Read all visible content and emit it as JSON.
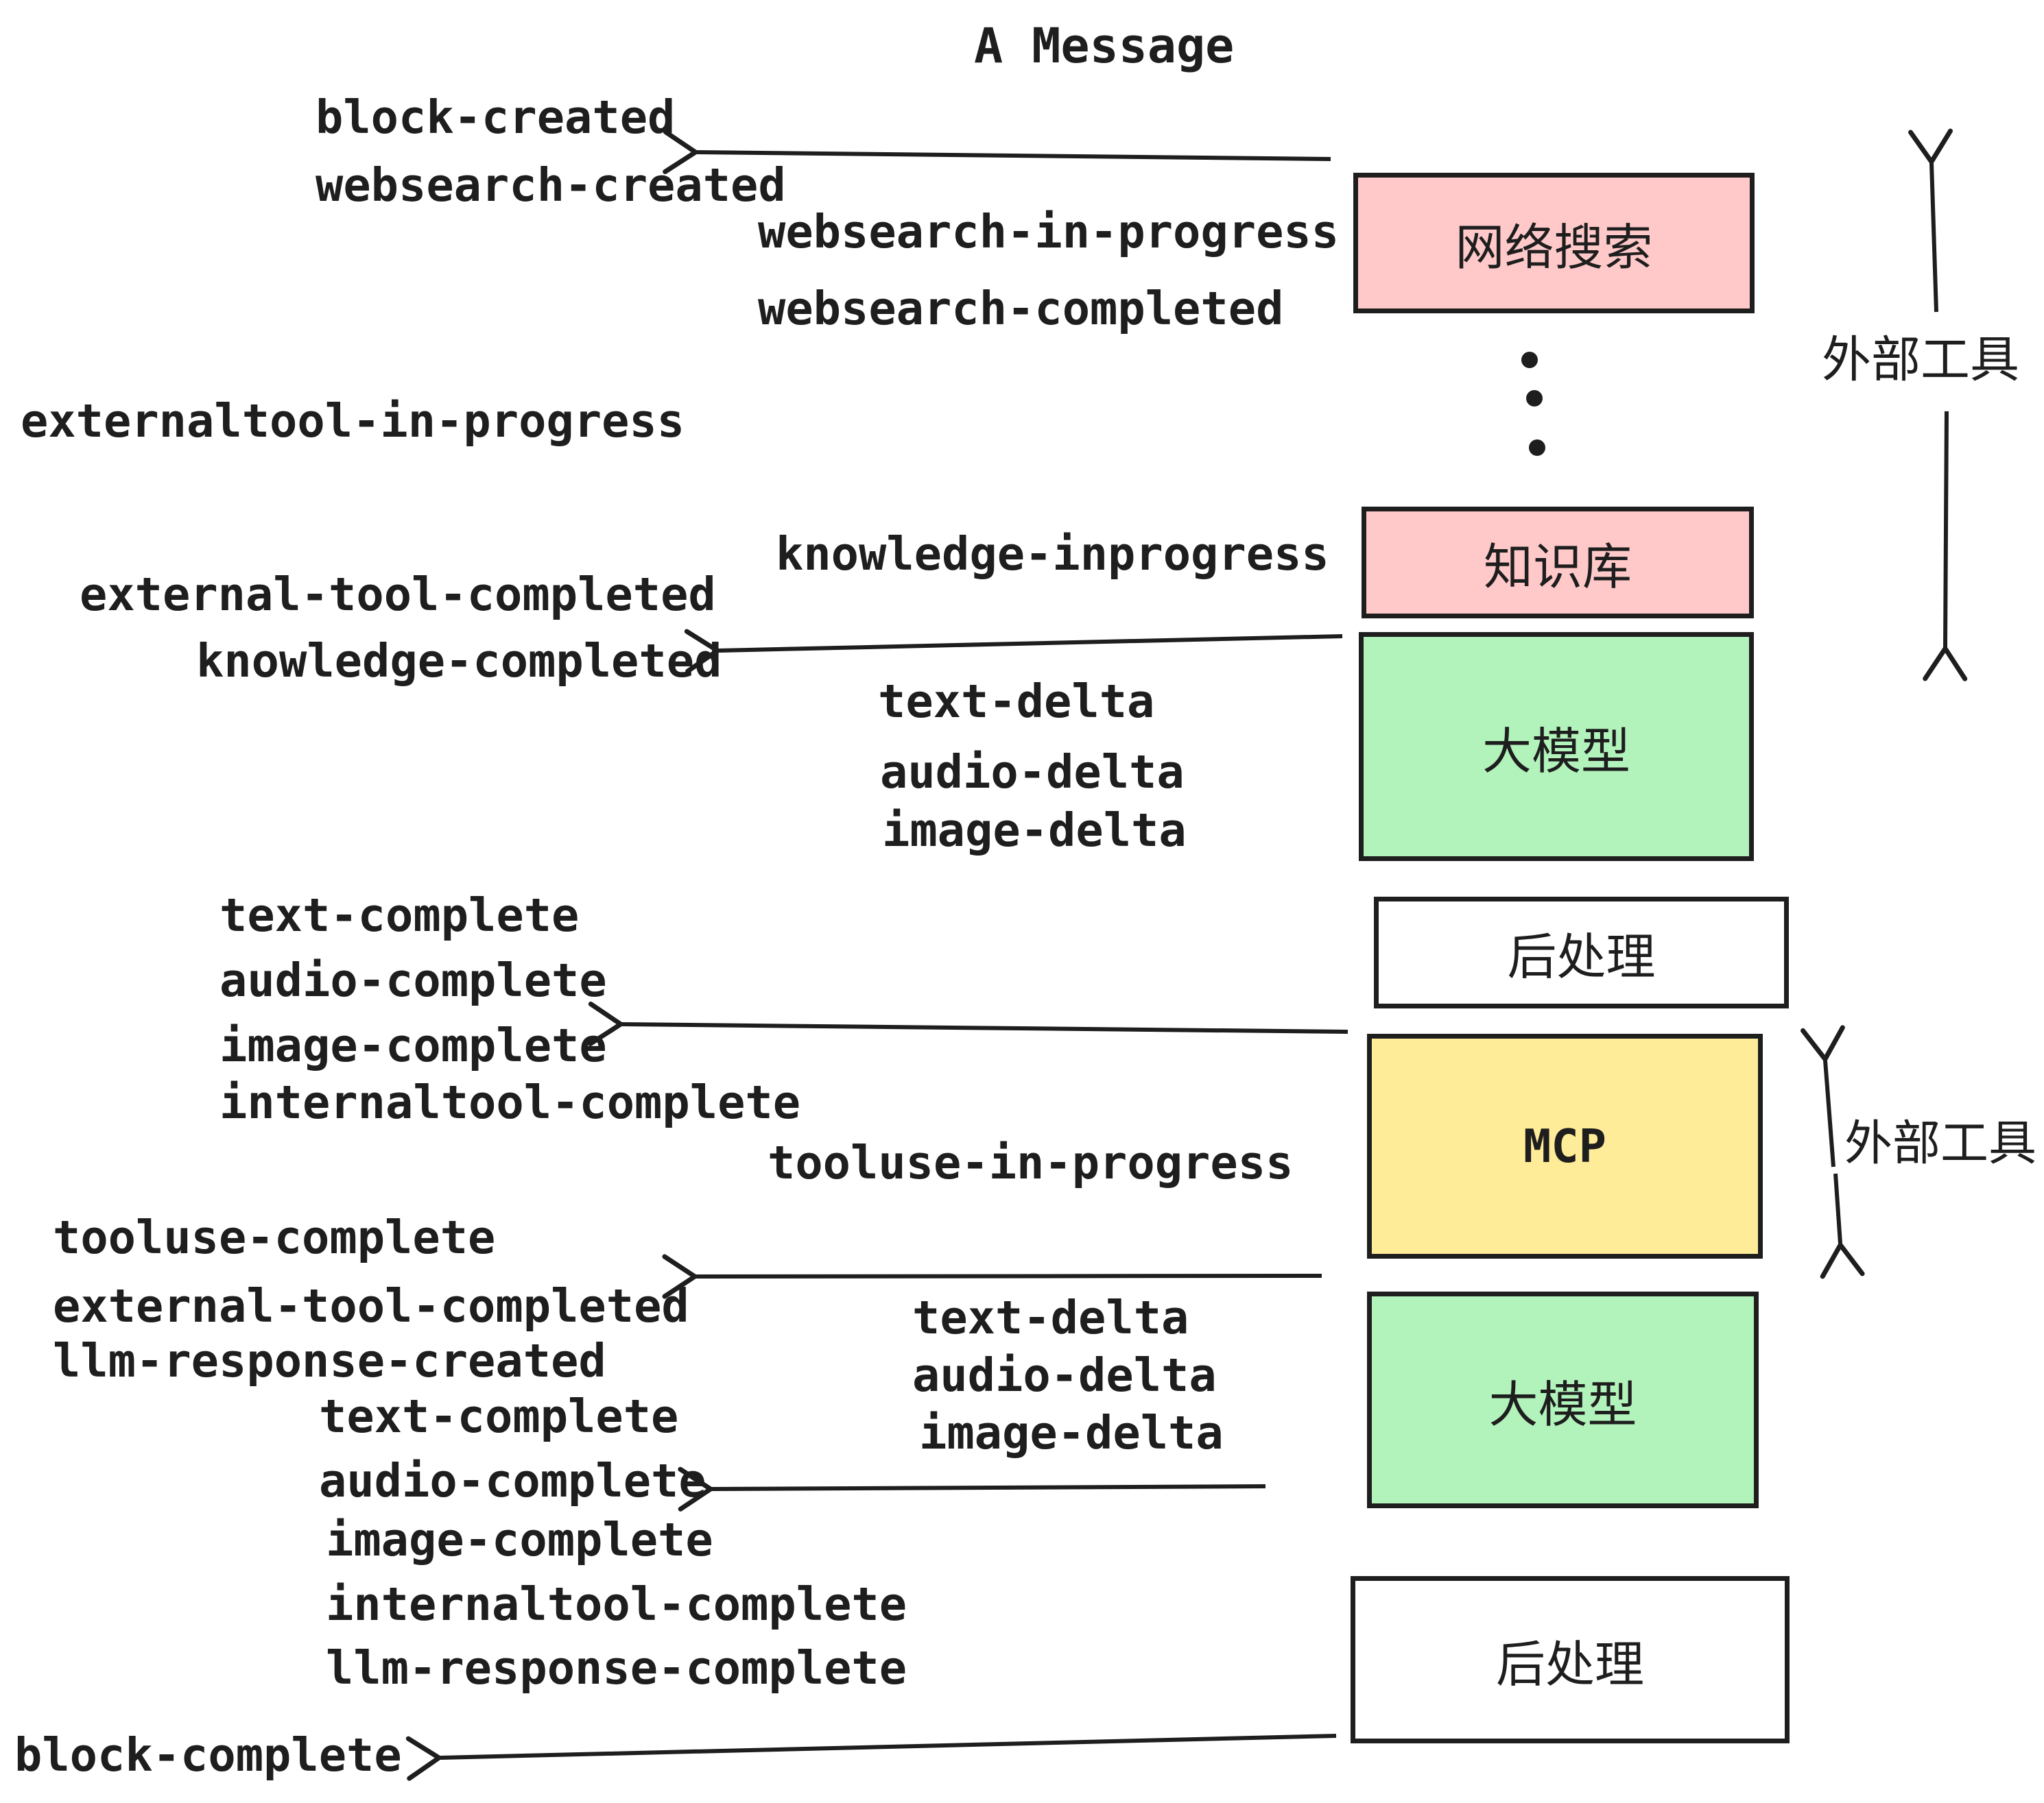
{
  "title": "A Message",
  "colors": {
    "stroke": "#1e1e1e",
    "box_pink": "#ffc9c9",
    "box_green": "#b2f2bb",
    "box_yellow": "#ffec99",
    "box_white": "#ffffff",
    "background": "#ffffff"
  },
  "event_labels": [
    {
      "text": "block-created"
    },
    {
      "text": "websearch-created"
    },
    {
      "text": "websearch-in-progress"
    },
    {
      "text": "websearch-completed"
    },
    {
      "text": "externaltool-in-progress"
    },
    {
      "text": "knowledge-inprogress"
    },
    {
      "text": "external-tool-completed"
    },
    {
      "text": "knowledge-completed"
    },
    {
      "text": "text-delta"
    },
    {
      "text": "audio-delta"
    },
    {
      "text": "image-delta"
    },
    {
      "text": "text-complete"
    },
    {
      "text": "audio-complete"
    },
    {
      "text": "image-complete"
    },
    {
      "text": "internaltool-complete"
    },
    {
      "text": "tooluse-in-progress"
    },
    {
      "text": "tooluse-complete"
    },
    {
      "text": "external-tool-completed"
    },
    {
      "text": "llm-response-created"
    },
    {
      "text": "text-delta"
    },
    {
      "text": "audio-delta"
    },
    {
      "text": "image-delta"
    },
    {
      "text": "text-complete"
    },
    {
      "text": "audio-complete"
    },
    {
      "text": "image-complete"
    },
    {
      "text": "internaltool-complete"
    },
    {
      "text": "llm-response-complete"
    },
    {
      "text": "block-complete"
    }
  ],
  "boxes": [
    {
      "label": "网络搜索",
      "fill": "#ffc9c9"
    },
    {
      "label": "知识库",
      "fill": "#ffc9c9"
    },
    {
      "label": "大模型",
      "fill": "#b2f2bb"
    },
    {
      "label": "后处理",
      "fill": "#ffffff"
    },
    {
      "label": "MCP",
      "fill": "#ffec99"
    },
    {
      "label": "大模型",
      "fill": "#b2f2bb"
    },
    {
      "label": "后处理",
      "fill": "#ffffff"
    }
  ],
  "side_annotations": [
    {
      "text": "外部工具"
    },
    {
      "text": "外部工具"
    }
  ],
  "icons": {
    "ellipsis": "vertical-dots-icon",
    "arrow_left": "arrow-left-icon",
    "arrow_up": "arrow-up-icon",
    "arrow_down": "arrow-down-icon"
  }
}
